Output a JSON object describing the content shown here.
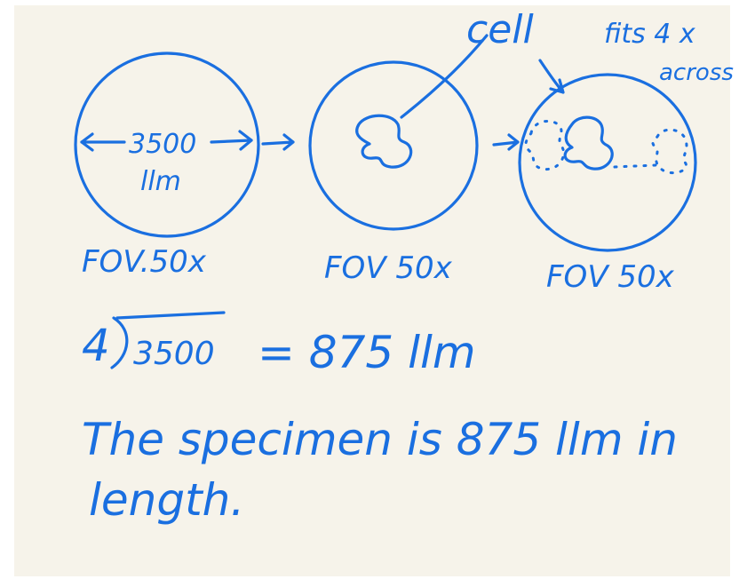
{
  "labels": {
    "width_value": "3500",
    "width_unit": "llm",
    "cell": "cell",
    "fits_line1": "fits 4 x",
    "fits_line2": "across",
    "fov_1": "FOV.50x",
    "fov_2": "FOV 50x",
    "fov_3": "FOV 50x"
  },
  "calculation": {
    "divisor": "4",
    "dividend": "3500",
    "result": "= 875 llm"
  },
  "conclusion": {
    "line1": "The specimen is 875 llm in",
    "line2": "length."
  },
  "colors": {
    "ink": "#1a6fe0",
    "paper": "#f6f3ea"
  }
}
